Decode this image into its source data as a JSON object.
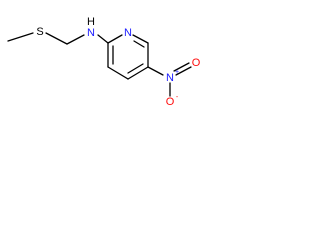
{
  "molecule": {
    "atoms": {
      "sulfur": "S",
      "amine_nitrogen": "N",
      "amine_hydrogen": "H",
      "ring_nitrogen": "N",
      "nitro_nitrogen": "N",
      "nitro_plus": "+",
      "nitro_oxygen_top": "O",
      "nitro_oxygen_minus": "-",
      "nitro_oxygen_bottom": "O"
    },
    "colors": {
      "bond": "#000000",
      "carbon_skeleton": "#000000",
      "sulfur": "#000000",
      "nitrogen": "#1b1bff",
      "oxygen": "#ff0d0d",
      "hydrogen": "#000000"
    }
  }
}
